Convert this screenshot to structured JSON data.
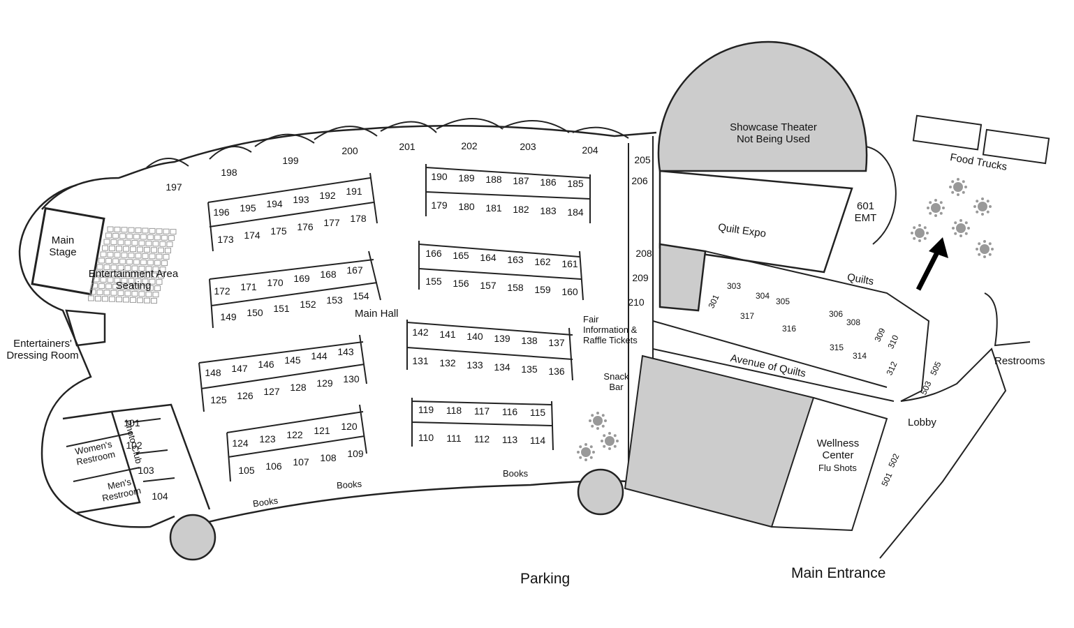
{
  "labels": {
    "main_stage": [
      "Main",
      "Stage"
    ],
    "entertainment": [
      "Entertainment Area",
      "Seating"
    ],
    "dressing_room": [
      "Entertainers'",
      "Dressing Room"
    ],
    "womens_restroom": [
      "Women's",
      "Restroom"
    ],
    "mens_restroom": [
      "Men's",
      "Restroom"
    ],
    "photo_club": "Photo Club",
    "main_hall": "Main Hall",
    "books": "Books",
    "fair_info": [
      "Fair",
      "Information &",
      "Raffle Tickets"
    ],
    "snack_bar": [
      "Snack",
      "Bar"
    ],
    "showcase": [
      "Showcase Theater",
      "Not Being Used"
    ],
    "quilt_expo": "Quilt Expo",
    "emt": [
      "601",
      "EMT"
    ],
    "quilts": "Quilts",
    "avenue": "Avenue of Quilts",
    "food_trucks": "Food Trucks",
    "restrooms": "Restrooms",
    "lobby": "Lobby",
    "wellness": [
      "Wellness",
      "Center"
    ],
    "flu_shots": "Flu Shots",
    "parking": "Parking",
    "main_entrance": "Main Entrance"
  },
  "booths": {
    "row1_top": [
      "196",
      "195",
      "194",
      "193",
      "192",
      "191"
    ],
    "row1_bot": [
      "173",
      "174",
      "175",
      "176",
      "177",
      "178"
    ],
    "row2_top": [
      "172",
      "171",
      "170",
      "169",
      "168",
      "167"
    ],
    "row2_bot": [
      "149",
      "150",
      "151",
      "152",
      "153",
      "154"
    ],
    "row3_top": [
      "148",
      "147",
      "146",
      "145",
      "144",
      "143"
    ],
    "row3_bot": [
      "125",
      "126",
      "127",
      "128",
      "129",
      "130"
    ],
    "row4_top": [
      "124",
      "123",
      "122",
      "121",
      "120"
    ],
    "row4_bot": [
      "105",
      "106",
      "107",
      "108",
      "109"
    ],
    "row5_top": [
      "190",
      "189",
      "188",
      "187",
      "186",
      "185"
    ],
    "row5_bot": [
      "179",
      "180",
      "181",
      "182",
      "183",
      "184"
    ],
    "row6_top": [
      "166",
      "165",
      "164",
      "163",
      "162",
      "161"
    ],
    "row6_bot": [
      "155",
      "156",
      "157",
      "158",
      "159",
      "160"
    ],
    "row7_top": [
      "142",
      "141",
      "140",
      "139",
      "138",
      "137"
    ],
    "row7_bot": [
      "131",
      "132",
      "133",
      "134",
      "135",
      "136"
    ],
    "row8_top": [
      "119",
      "118",
      "117",
      "116",
      "115"
    ],
    "row8_bot": [
      "110",
      "111",
      "112",
      "113",
      "114"
    ],
    "arcade": [
      "197",
      "198",
      "199",
      "200",
      "201",
      "202",
      "203",
      "204"
    ],
    "east_wall": [
      "205",
      "206",
      "208",
      "209",
      "210"
    ],
    "west": [
      "101",
      "102",
      "103",
      "104"
    ],
    "quilt_area": [
      "303",
      "304",
      "305",
      "301",
      "317",
      "316",
      "306",
      "308",
      "309",
      "310",
      "315",
      "314",
      "312",
      "505",
      "503",
      "502",
      "501"
    ]
  }
}
